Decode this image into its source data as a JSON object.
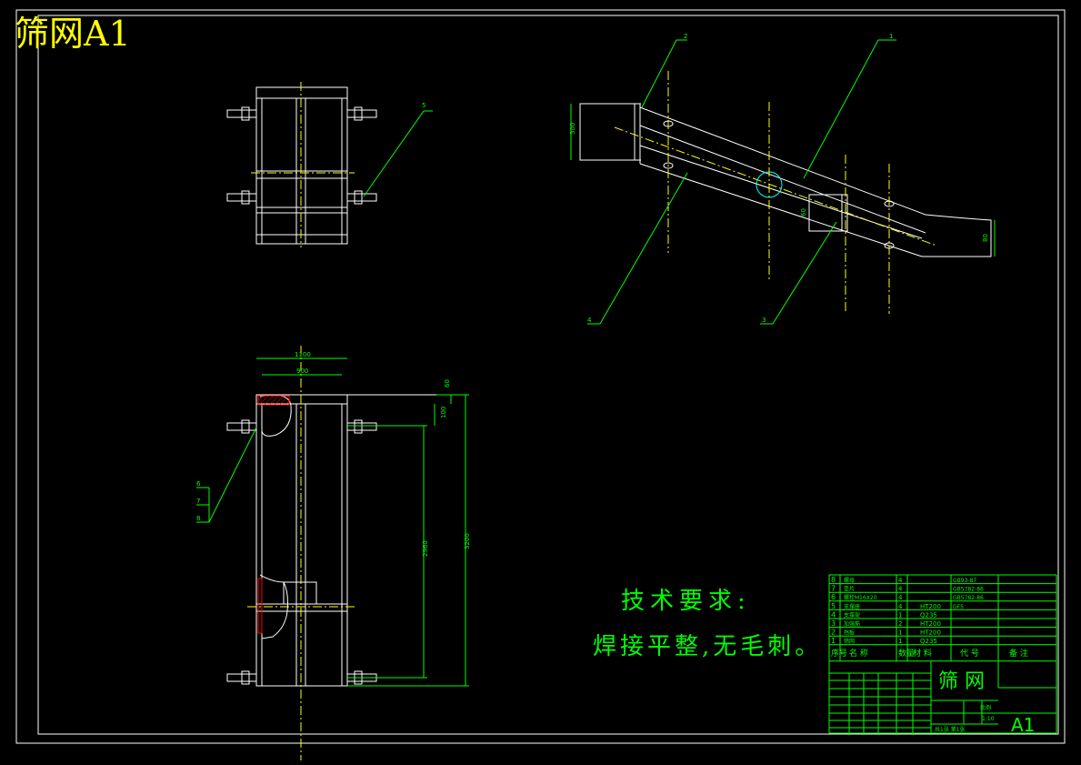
{
  "header": {
    "title": "筛网A1"
  },
  "tech_requirements": {
    "title": "技术要求:",
    "body": "焊接平整,无毛刺。"
  },
  "side_view": {
    "callouts": [
      "2",
      "1",
      "3",
      "4"
    ],
    "dims": [
      "300",
      "80",
      "60"
    ]
  },
  "top_view": {
    "callouts": [
      "5"
    ]
  },
  "front_view": {
    "callouts": [
      "6",
      "7",
      "8"
    ],
    "dims": [
      "1100",
      "900",
      "60",
      "100",
      "2960",
      "3200"
    ]
  },
  "title_block": {
    "parts": [
      {
        "no": "8",
        "name": "螺母",
        "qty": "4",
        "material": "",
        "code": "GB93-87"
      },
      {
        "no": "7",
        "name": "垫片",
        "qty": "4",
        "material": "",
        "code": "GB5782-86"
      },
      {
        "no": "6",
        "name": "螺栓M16X20",
        "qty": "4",
        "material": "",
        "code": "GB5782-86"
      },
      {
        "no": "5",
        "name": "支撑座",
        "qty": "4",
        "material": "HT200",
        "code": "GF5"
      },
      {
        "no": "4",
        "name": "支撑架",
        "qty": "1",
        "material": "Q235",
        "code": ""
      },
      {
        "no": "3",
        "name": "加强筋",
        "qty": "2",
        "material": "HT200",
        "code": ""
      },
      {
        "no": "2",
        "name": "挡板",
        "qty": "1",
        "material": "HT200",
        "code": ""
      },
      {
        "no": "1",
        "name": "筛网",
        "qty": "1",
        "material": "Q235",
        "code": ""
      }
    ],
    "headers": [
      "序号",
      "名 称",
      "数量",
      "材 料",
      "代 号",
      "备 注"
    ],
    "drawing_name": "筛 网",
    "sheet_label": "共1张 第1张",
    "scale_label": "比例",
    "scale": "1:10",
    "sheet_size": "A1"
  },
  "colors": {
    "frame": "#ffffff",
    "geometry": "#ffffff",
    "dimension": "#00ff00",
    "centerline": "#ffff00",
    "section": "#ff0000",
    "highlight": "#00ffff"
  }
}
